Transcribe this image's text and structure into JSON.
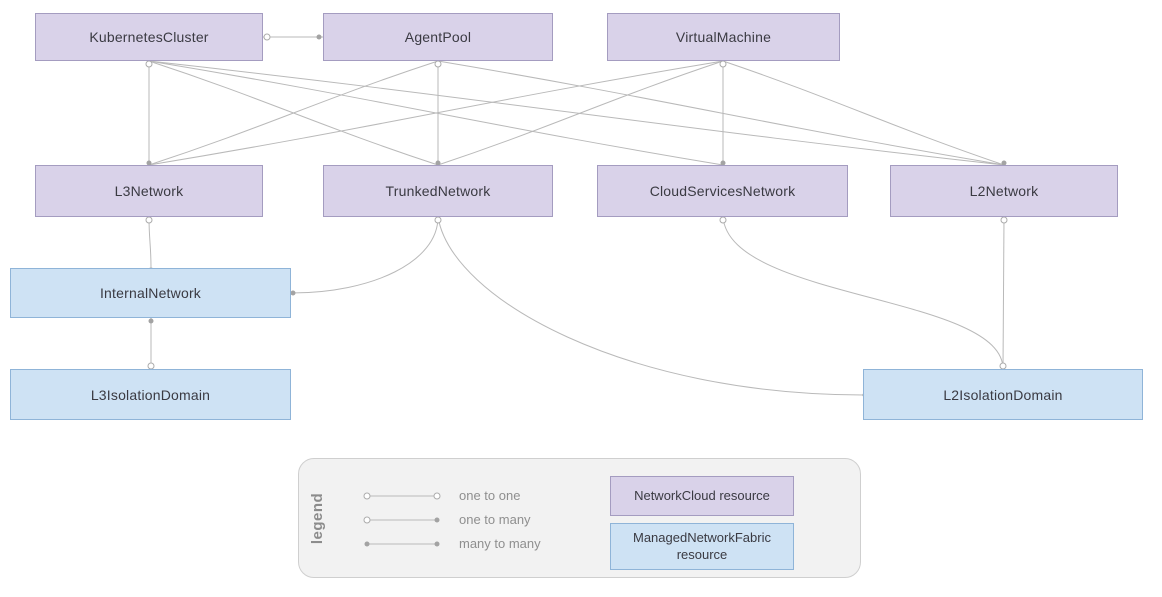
{
  "diagram": {
    "nodes": {
      "kubernetes_cluster": {
        "label": "KubernetesCluster",
        "type": "NetworkCloud resource"
      },
      "agent_pool": {
        "label": "AgentPool",
        "type": "NetworkCloud resource"
      },
      "virtual_machine": {
        "label": "VirtualMachine",
        "type": "NetworkCloud resource"
      },
      "l3_network": {
        "label": "L3Network",
        "type": "NetworkCloud resource"
      },
      "trunked_network": {
        "label": "TrunkedNetwork",
        "type": "NetworkCloud resource"
      },
      "cloud_services_network": {
        "label": "CloudServicesNetwork",
        "type": "NetworkCloud resource"
      },
      "l2_network": {
        "label": "L2Network",
        "type": "NetworkCloud resource"
      },
      "internal_network": {
        "label": "InternalNetwork",
        "type": "ManagedNetworkFabric resource"
      },
      "l3_isolation_domain": {
        "label": "L3IsolationDomain",
        "type": "ManagedNetworkFabric resource"
      },
      "l2_isolation_domain": {
        "label": "L2IsolationDomain",
        "type": "ManagedNetworkFabric resource"
      }
    },
    "relationships": [
      {
        "from": "KubernetesCluster",
        "to": "AgentPool",
        "cardinality": "one to many"
      },
      {
        "from": "KubernetesCluster",
        "to": "L3Network",
        "cardinality": "one to many"
      },
      {
        "from": "KubernetesCluster",
        "to": "TrunkedNetwork",
        "cardinality": "one to many"
      },
      {
        "from": "KubernetesCluster",
        "to": "CloudServicesNetwork",
        "cardinality": "one to many"
      },
      {
        "from": "KubernetesCluster",
        "to": "L2Network",
        "cardinality": "one to many"
      },
      {
        "from": "AgentPool",
        "to": "L3Network",
        "cardinality": "one to many"
      },
      {
        "from": "AgentPool",
        "to": "TrunkedNetwork",
        "cardinality": "one to many"
      },
      {
        "from": "AgentPool",
        "to": "L2Network",
        "cardinality": "one to many"
      },
      {
        "from": "VirtualMachine",
        "to": "L3Network",
        "cardinality": "one to many"
      },
      {
        "from": "VirtualMachine",
        "to": "TrunkedNetwork",
        "cardinality": "one to many"
      },
      {
        "from": "VirtualMachine",
        "to": "CloudServicesNetwork",
        "cardinality": "one to many"
      },
      {
        "from": "VirtualMachine",
        "to": "L2Network",
        "cardinality": "one to many"
      },
      {
        "from": "L3Network",
        "to": "InternalNetwork",
        "cardinality": "one to one"
      },
      {
        "from": "L3IsolationDomain",
        "to": "InternalNetwork",
        "cardinality": "one to many"
      },
      {
        "from": "TrunkedNetwork",
        "to": "InternalNetwork",
        "cardinality": "one to many"
      },
      {
        "from": "TrunkedNetwork",
        "to": "L2IsolationDomain",
        "cardinality": "one to many"
      },
      {
        "from": "CloudServicesNetwork",
        "to": "L2IsolationDomain",
        "cardinality": "one to many"
      },
      {
        "from": "L2Network",
        "to": "L2IsolationDomain",
        "cardinality": "one to one"
      }
    ]
  },
  "legend": {
    "title": "legend",
    "line_types": [
      {
        "label": "one to one"
      },
      {
        "label": "one to many"
      },
      {
        "label": "many to many"
      }
    ],
    "resource_types": [
      {
        "label": "NetworkCloud resource"
      },
      {
        "label": "ManagedNetworkFabric resource"
      }
    ]
  },
  "colors": {
    "network_cloud_fill": "#d9d2e9",
    "network_cloud_border": "#a49cc0",
    "managed_network_fabric_fill": "#cee2f4",
    "managed_network_fabric_border": "#8fb4d8",
    "edge": "#b9b9b9",
    "legend_background": "#f2f2f2",
    "text": "#3a3a42"
  }
}
